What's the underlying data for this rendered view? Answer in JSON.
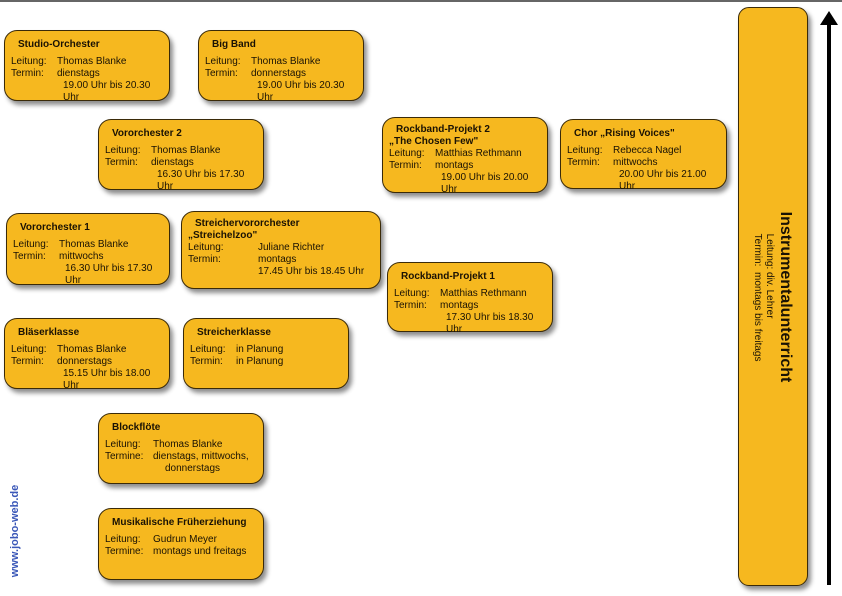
{
  "groups": [
    {
      "title": [
        "Studio-Orchester"
      ],
      "rows": [
        [
          "Leitung:",
          "Thomas Blanke"
        ],
        [
          "Termin:",
          "dienstags"
        ]
      ],
      "extra": [
        "19.00 Uhr bis 20.30 Uhr"
      ]
    },
    {
      "title": [
        "Big Band"
      ],
      "rows": [
        [
          "Leitung:",
          "Thomas Blanke"
        ],
        [
          "Termin:",
          "donnerstags"
        ]
      ],
      "extra": [
        "19.00 Uhr bis 20.30 Uhr"
      ]
    },
    {
      "title": [
        "Vororchester 2"
      ],
      "rows": [
        [
          "Leitung:",
          "Thomas Blanke"
        ],
        [
          "Termin:",
          "dienstags"
        ]
      ],
      "extra": [
        "16.30 Uhr bis 17.30 Uhr"
      ]
    },
    {
      "title": [
        "Rockband-Projekt 2",
        "„The Chosen Few\""
      ],
      "rows": [
        [
          "Leitung:",
          "Matthias Rethmann"
        ],
        [
          "Termin:",
          "montags"
        ]
      ],
      "extra": [
        "19.00 Uhr bis 20.00 Uhr"
      ]
    },
    {
      "title": [
        "Chor „Rising Voices\""
      ],
      "rows": [
        [
          "Leitung:",
          "Rebecca Nagel"
        ],
        [
          "Termin:",
          "mittwochs"
        ]
      ],
      "extra": [
        "20.00 Uhr bis 21.00 Uhr"
      ]
    },
    {
      "title": [
        "Vororchester 1"
      ],
      "rows": [
        [
          "Leitung:",
          "Thomas Blanke"
        ],
        [
          "Termin:",
          "mittwochs"
        ]
      ],
      "extra": [
        "16.30 Uhr bis 17.30 Uhr"
      ]
    },
    {
      "title": [
        "Streichervororchester",
        "„Streichelzoo\""
      ],
      "rows": [
        [
          "Leitung:",
          "Juliane Richter"
        ],
        [
          "Termin:",
          "montags"
        ]
      ],
      "extra": [
        "17.45 Uhr bis 18.45 Uhr"
      ]
    },
    {
      "title": [
        "Rockband-Projekt 1"
      ],
      "rows": [
        [
          "Leitung:",
          "Matthias Rethmann"
        ],
        [
          "Termin:",
          "montags"
        ]
      ],
      "extra": [
        "17.30 Uhr bis 18.30 Uhr"
      ]
    },
    {
      "title": [
        "Bläserklasse"
      ],
      "rows": [
        [
          "Leitung:",
          "Thomas Blanke"
        ],
        [
          "Termin:",
          "donnerstags"
        ]
      ],
      "extra": [
        "15.15 Uhr bis 18.00 Uhr"
      ]
    },
    {
      "title": [
        "Streicherklasse"
      ],
      "rows": [
        [
          "Leitung:",
          "in Planung"
        ],
        [
          "Termin:",
          "in Planung"
        ]
      ],
      "extra": []
    },
    {
      "title": [
        "Blockflöte"
      ],
      "rows": [
        [
          "Leitung:",
          "Thomas Blanke"
        ],
        [
          "Termine:",
          "dienstags, mittwochs,"
        ]
      ],
      "extra": [
        "donnerstags"
      ]
    },
    {
      "title": [
        "Musikalische Früherziehung"
      ],
      "rows": [
        [
          "Leitung:",
          "Gudrun Meyer"
        ],
        [
          "Termine:",
          "montags und freitags"
        ]
      ],
      "extra": []
    }
  ],
  "instrumental": {
    "title": "Instrumentalunterricht",
    "leitung": "Leitung: div. Lehrer",
    "termin": "Termin:  montags bis freitags"
  },
  "watermark": "www.jobo-web.de",
  "colors": {
    "box": "#f6b81f",
    "border": "#3a2a08",
    "watermark": "#3a57b8"
  }
}
